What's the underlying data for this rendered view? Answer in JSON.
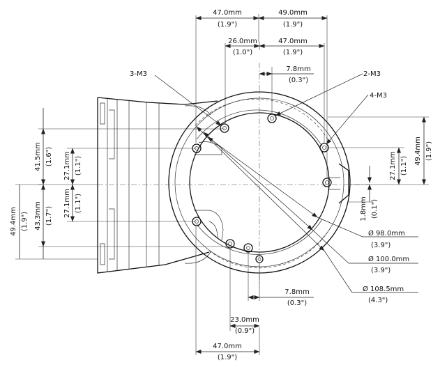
{
  "drawing": {
    "callouts": {
      "m3_3": "3-M3",
      "m3_2": "2-M3",
      "m3_4": "4-M3"
    },
    "dims": {
      "top_left_mm": "47.0mm",
      "top_left_in": "(1.9\")",
      "top_right_mm": "49.0mm",
      "top_right_in": "(1.9\")",
      "mid_left_mm": "26.0mm",
      "mid_left_in": "(1.0\")",
      "mid_right_mm": "47.0mm",
      "mid_right_in": "(1.9\")",
      "top_small_mm": "7.8mm",
      "top_small_in": "(0.3\")",
      "left_upper_mm": "41.5mm",
      "left_upper_in": "(1.6\")",
      "left_inner_up_mm": "27.1mm",
      "left_inner_up_in": "(1.1\")",
      "left_inner_dn_mm": "27.1mm",
      "left_inner_dn_in": "(1.1\")",
      "left_lower_mm": "43.3mm",
      "left_lower_in": "(1.7\")",
      "left_outer_mm": "49.4mm",
      "left_outer_in": "(1.9\")",
      "right_outer_mm": "49.4mm",
      "right_outer_in": "(1.9\")",
      "right_inner_mm": "27.1mm",
      "right_inner_in": "(1.1\")",
      "right_small_mm": "1.8mm",
      "right_small_in": "(0.1\")",
      "dia1_mm": "Ø 98.0mm",
      "dia1_in": "(3.9\")",
      "dia2_mm": "Ø 100.0mm",
      "dia2_in": "(3.9\")",
      "dia3_mm": "Ø 108.5mm",
      "dia3_in": "(4.3\")",
      "bot_small_mm": "7.8mm",
      "bot_small_in": "(0.3\")",
      "bot_mid_mm": "23.0mm",
      "bot_mid_in": "(0.9\")",
      "bot_mm": "47.0mm",
      "bot_in": "(1.9\")"
    }
  }
}
